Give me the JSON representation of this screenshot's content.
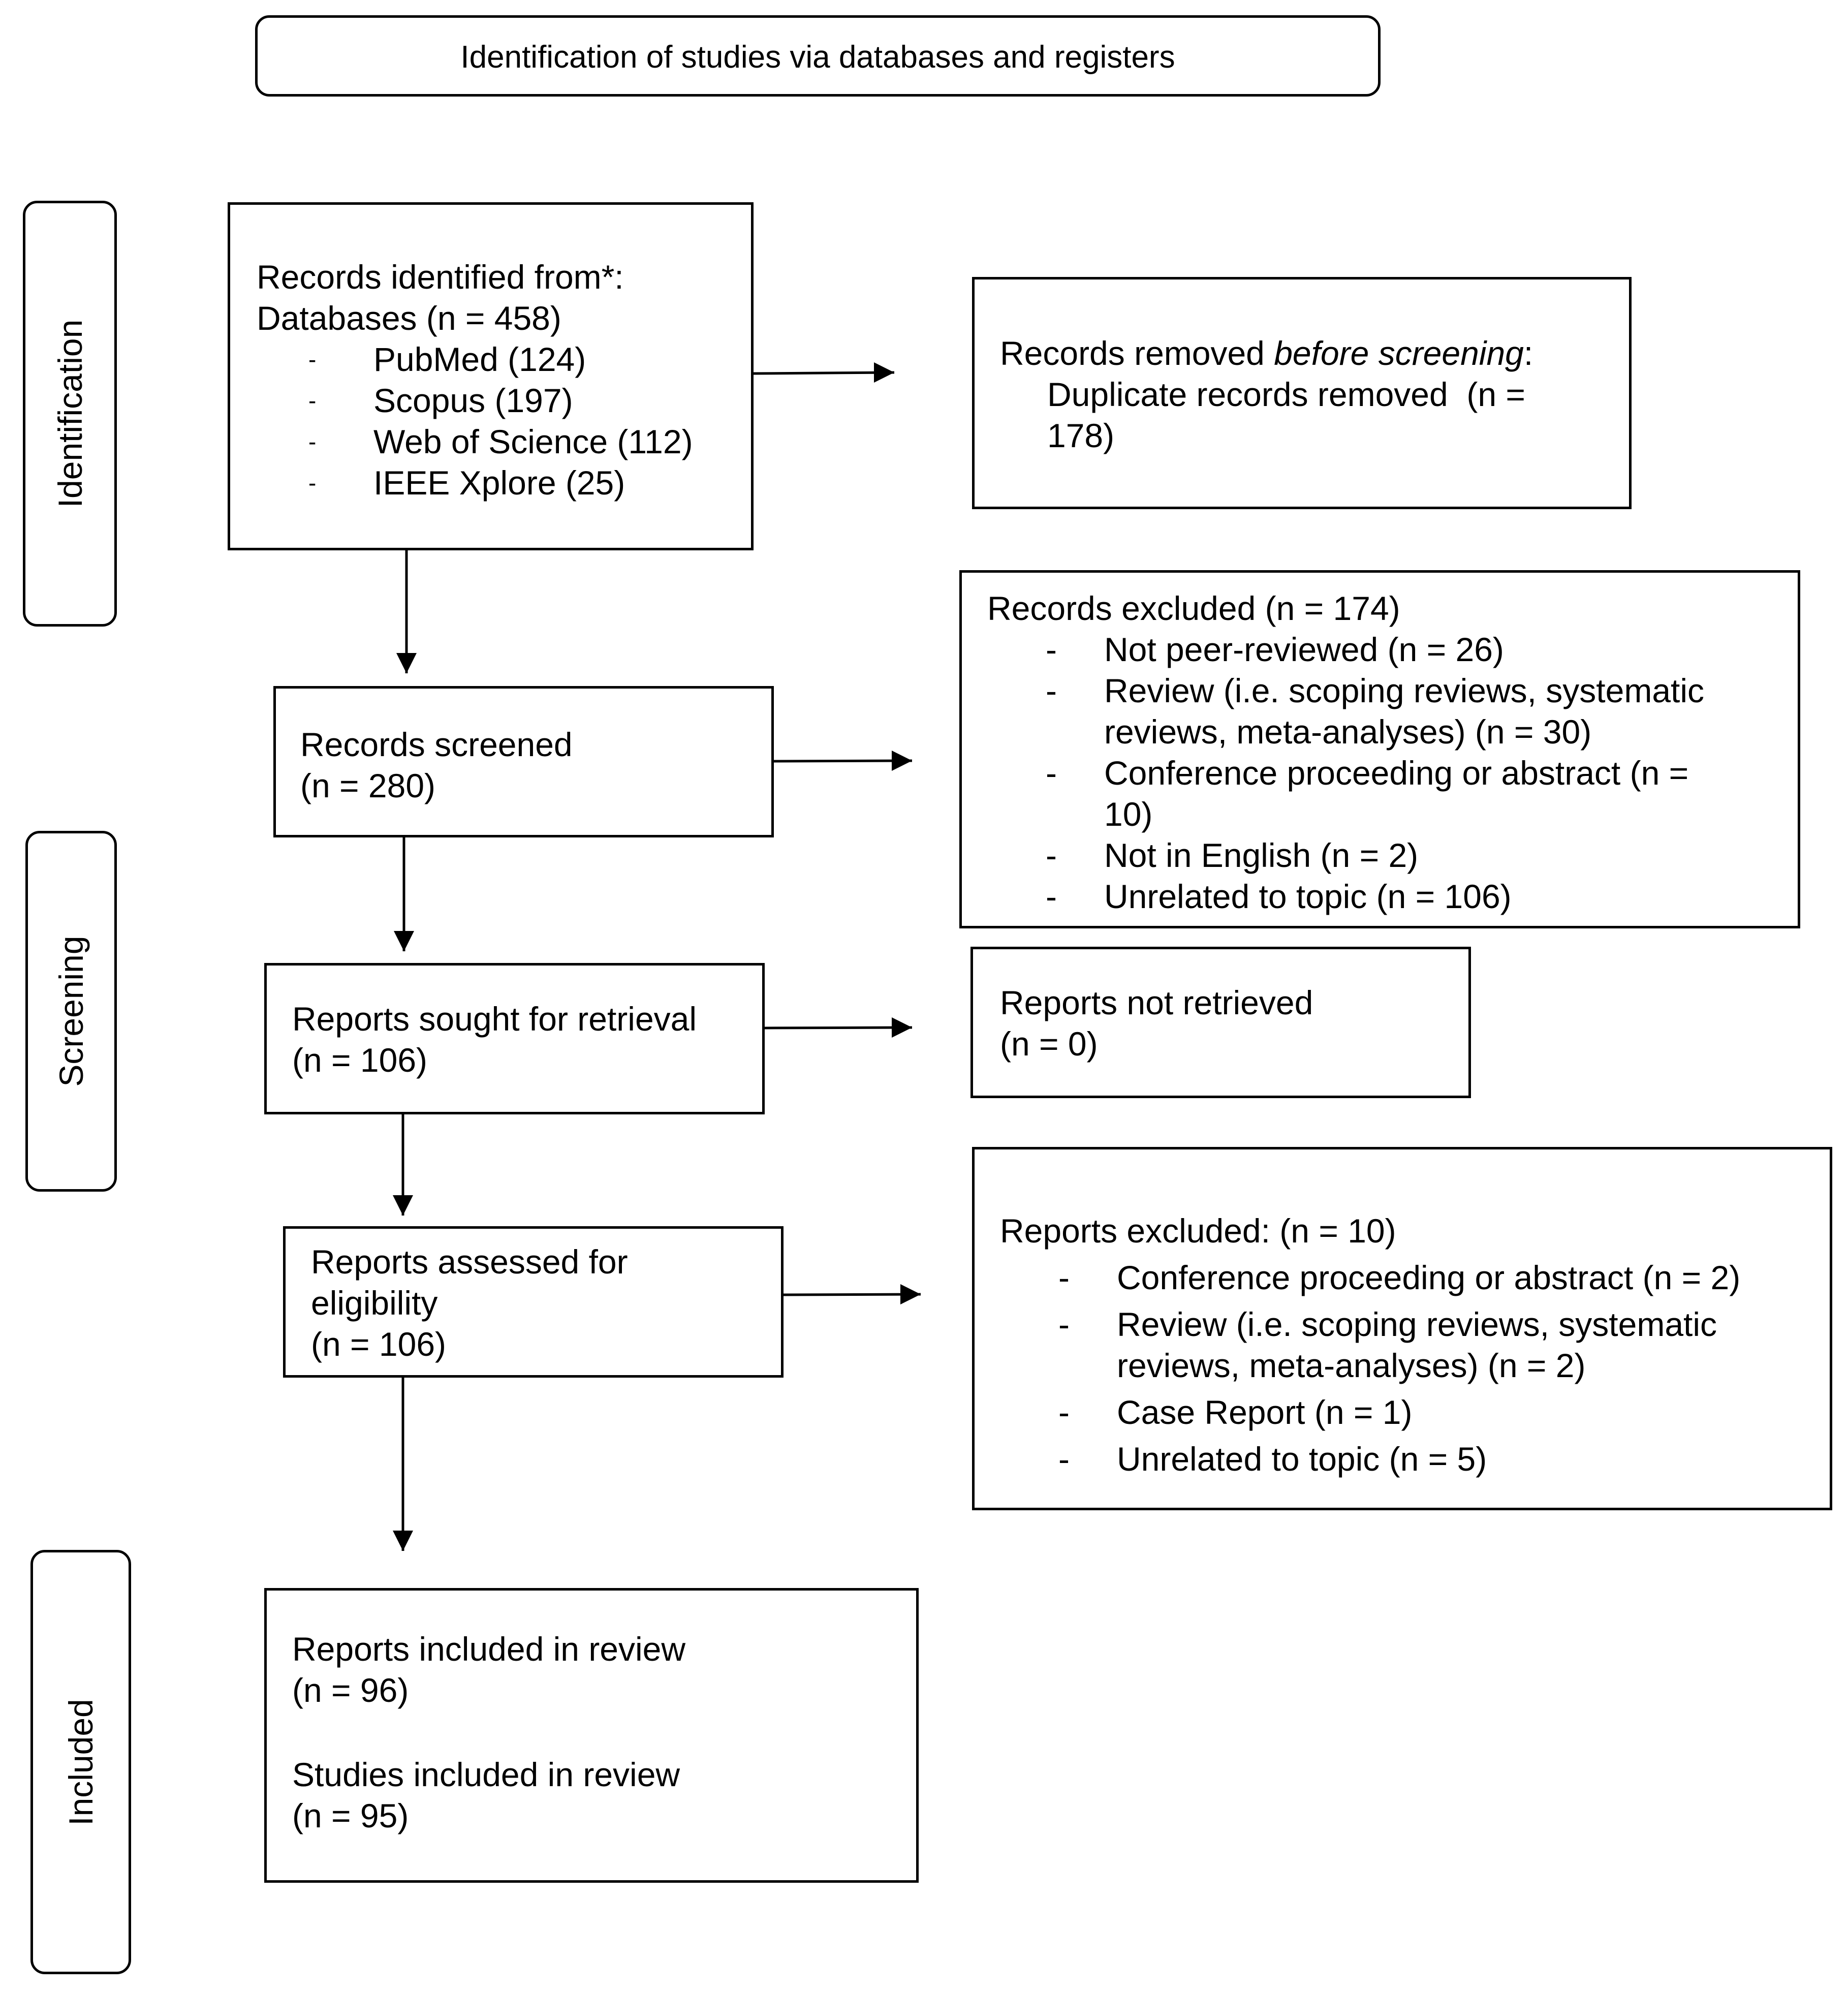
{
  "header": {
    "title": "Identification of studies via databases and registers"
  },
  "phases": {
    "identification": "Identification",
    "screening": "Screening",
    "included": "Included"
  },
  "identified": {
    "line1": "Records identified from*:",
    "line2": "Databases (n = 458)",
    "items": [
      "PubMed (124)",
      "Scopus (197)",
      "Web of Science (112)",
      "IEEE Xplore (25)"
    ]
  },
  "removed": {
    "prefix": "Records removed ",
    "emphasis": "before screening",
    "suffix": ":",
    "line2": "Duplicate records removed  (n =",
    "line3": "178)"
  },
  "screened": {
    "line1": "Records screened",
    "line2": "(n = 280)"
  },
  "excluded_records": {
    "title": "Records excluded (n = 174)",
    "items": [
      [
        "Not peer-reviewed (n = 26)"
      ],
      [
        "Review (i.e. scoping reviews, systematic",
        "reviews, meta-analyses) (n = 30)"
      ],
      [
        "Conference proceeding or abstract (n =",
        "10)"
      ],
      [
        "Not in English (n = 2)"
      ],
      [
        "Unrelated to topic (n = 106)"
      ]
    ]
  },
  "sought": {
    "line1": "Reports sought for retrieval",
    "line2": "(n = 106)"
  },
  "not_retrieved": {
    "line1": "Reports not retrieved",
    "line2": "(n = 0)"
  },
  "assessed": {
    "line1": "Reports assessed for",
    "line2": "eligibility",
    "line3": "(n = 106)"
  },
  "excluded_reports": {
    "title": "Reports excluded: (n = 10)",
    "items": [
      [
        "Conference proceeding or abstract (n = 2)"
      ],
      [
        "Review (i.e. scoping reviews, systematic",
        "reviews, meta-analyses) (n = 2)"
      ],
      [
        "Case Report (n = 1)"
      ],
      [
        "Unrelated to topic (n = 5)"
      ]
    ]
  },
  "included": {
    "reports_line1": "Reports included in review",
    "reports_line2": "(n = 96)",
    "studies_line1": "Studies included in review",
    "studies_line2": "(n = 95)"
  }
}
